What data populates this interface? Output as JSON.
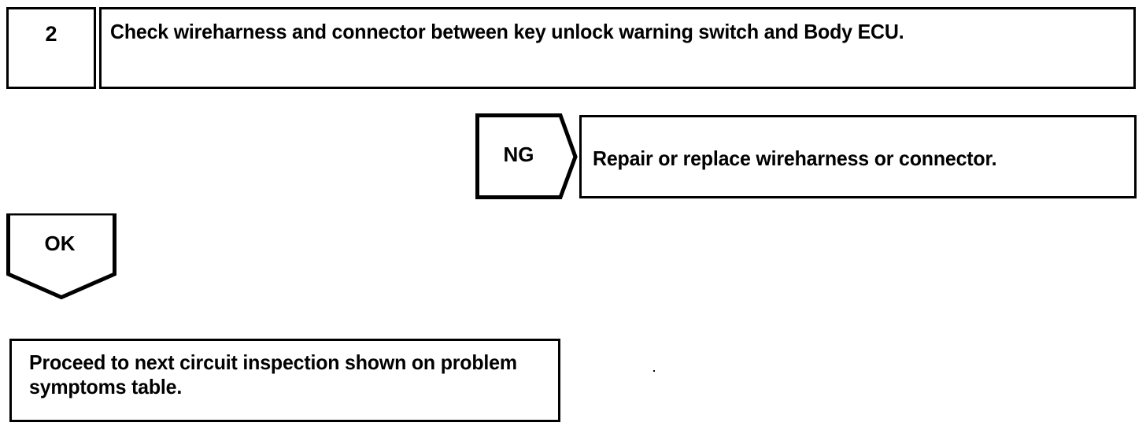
{
  "document": {
    "type": "automotive-troubleshooting-flowchart",
    "ink_color": "#000000",
    "background_color": "#ffffff"
  },
  "step": {
    "number": "2",
    "instruction": "Check wireharness and connector between key unlock warning switch and Body ECU."
  },
  "branches": {
    "ng": {
      "label": "NG",
      "direction": "right",
      "shape": "pentagon-arrow",
      "result": "Repair or replace wireharness or connector."
    },
    "ok": {
      "label": "OK",
      "direction": "down",
      "shape": "pentagon-arrow",
      "result": "Proceed to next circuit inspection shown on problem symptoms table."
    }
  }
}
